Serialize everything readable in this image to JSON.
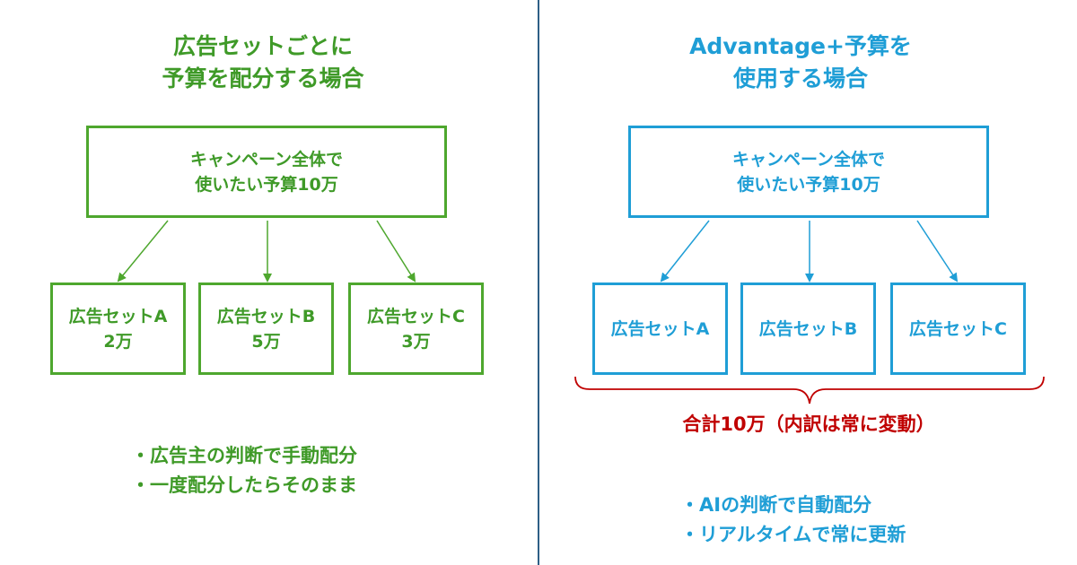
{
  "colors": {
    "green": "#4ea72e",
    "green_text": "#3f9a28",
    "blue": "#1f9ed6",
    "red": "#c00000",
    "divider": "#2e5f86"
  },
  "left": {
    "title_lines": [
      "広告セットごとに",
      "予算を配分する場合"
    ],
    "campaign_lines": [
      "キャンペーン全体で",
      "使いたい予算10万"
    ],
    "adsets": [
      {
        "name": "広告セットA",
        "budget": "2万"
      },
      {
        "name": "広告セットB",
        "budget": "5万"
      },
      {
        "name": "広告セットC",
        "budget": "3万"
      }
    ],
    "notes": [
      "・広告主の判断で手動配分",
      "・一度配分したらそのまま"
    ]
  },
  "right": {
    "title_lines": [
      "Advantage+予算を",
      "使用する場合"
    ],
    "campaign_lines": [
      "キャンペーン全体で",
      "使いたい予算10万"
    ],
    "adsets": [
      {
        "name": "広告セットA"
      },
      {
        "name": "広告セットB"
      },
      {
        "name": "広告セットC"
      }
    ],
    "total": "合計10万（内訳は常に変動）",
    "notes": [
      "・AIの判断で自動配分",
      "・リアルタイムで常に更新"
    ]
  }
}
